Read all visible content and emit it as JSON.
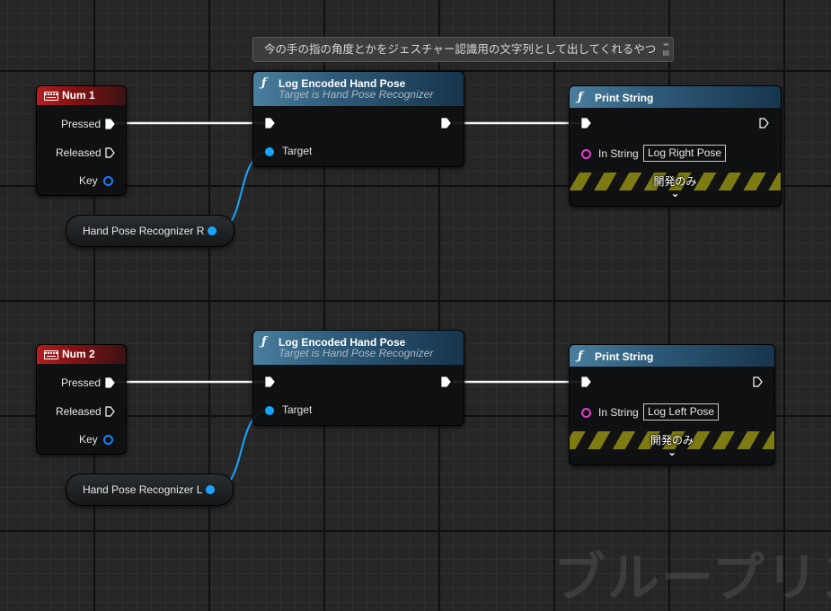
{
  "canvas": {
    "watermark": "ブループリント"
  },
  "comment": {
    "text": "今の手の指の角度とかをジェスチャー認識用の文字列として出してくれるやつ"
  },
  "event_nodes": [
    {
      "title": "Num 1",
      "pins": [
        "Pressed",
        "Released",
        "Key"
      ]
    },
    {
      "title": "Num 2",
      "pins": [
        "Pressed",
        "Released",
        "Key"
      ]
    }
  ],
  "log_nodes": [
    {
      "title": "Log Encoded Hand Pose",
      "subtitle": "Target is Hand Pose Recognizer",
      "target_label": "Target"
    },
    {
      "title": "Log Encoded Hand Pose",
      "subtitle": "Target is Hand Pose Recognizer",
      "target_label": "Target"
    }
  ],
  "print_nodes": [
    {
      "title": "Print String",
      "in_string_label": "In String",
      "in_string_value": "Log Right Pose",
      "dev_only": "開発のみ",
      "expand": "⌄"
    },
    {
      "title": "Print String",
      "in_string_label": "In String",
      "in_string_value": "Log Left Pose",
      "dev_only": "開発のみ",
      "expand": "⌄"
    }
  ],
  "variables": [
    {
      "label": "Hand Pose Recognizer R"
    },
    {
      "label": "Hand Pose Recognizer L"
    }
  ],
  "colors": {
    "exec_wire": "#ffffff",
    "object_wire": "#18a5ff",
    "event_header": "#b51e1e",
    "function_header": "#2d5a78",
    "string_pin": "#e43ad2"
  },
  "icons": {
    "function": "function-icon",
    "keyboard": "keyboard-icon",
    "exec_pin": "exec-pin-icon"
  }
}
